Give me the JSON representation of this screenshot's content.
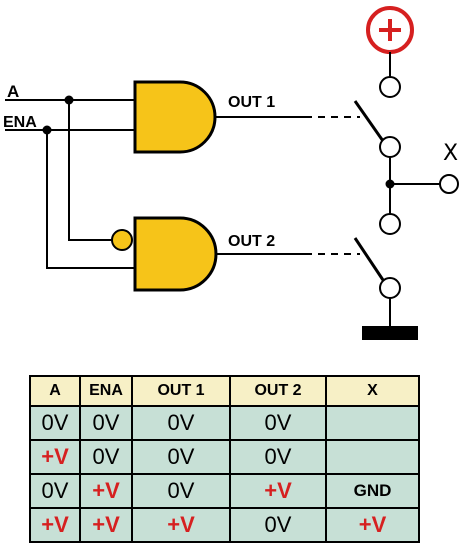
{
  "colors": {
    "gate_fill": "#f6c419",
    "bubble_fill": "#f6c419",
    "supply_red": "#d62020",
    "table_header_bg": "#f7f0c6",
    "table_cell_bg": "#c7e0d6",
    "positive_text": "#d62020",
    "ground_bar": "#000000"
  },
  "icons": {
    "supply": "circled-plus-icon",
    "ground": "ground-bar-icon"
  },
  "labels": {
    "input_a": "A",
    "input_ena": "ENA",
    "out1": "OUT 1",
    "out2": "OUT 2",
    "output_x": "X",
    "supply_symbol": "+"
  },
  "truth_table": {
    "headers": [
      "A",
      "ENA",
      "OUT 1",
      "OUT 2",
      "X"
    ],
    "rows": [
      [
        "0V",
        "0V",
        "0V",
        "0V",
        ""
      ],
      [
        "+V",
        "0V",
        "0V",
        "0V",
        ""
      ],
      [
        "0V",
        "+V",
        "0V",
        "+V",
        "GND"
      ],
      [
        "+V",
        "+V",
        "+V",
        "0V",
        "+V"
      ]
    ]
  }
}
